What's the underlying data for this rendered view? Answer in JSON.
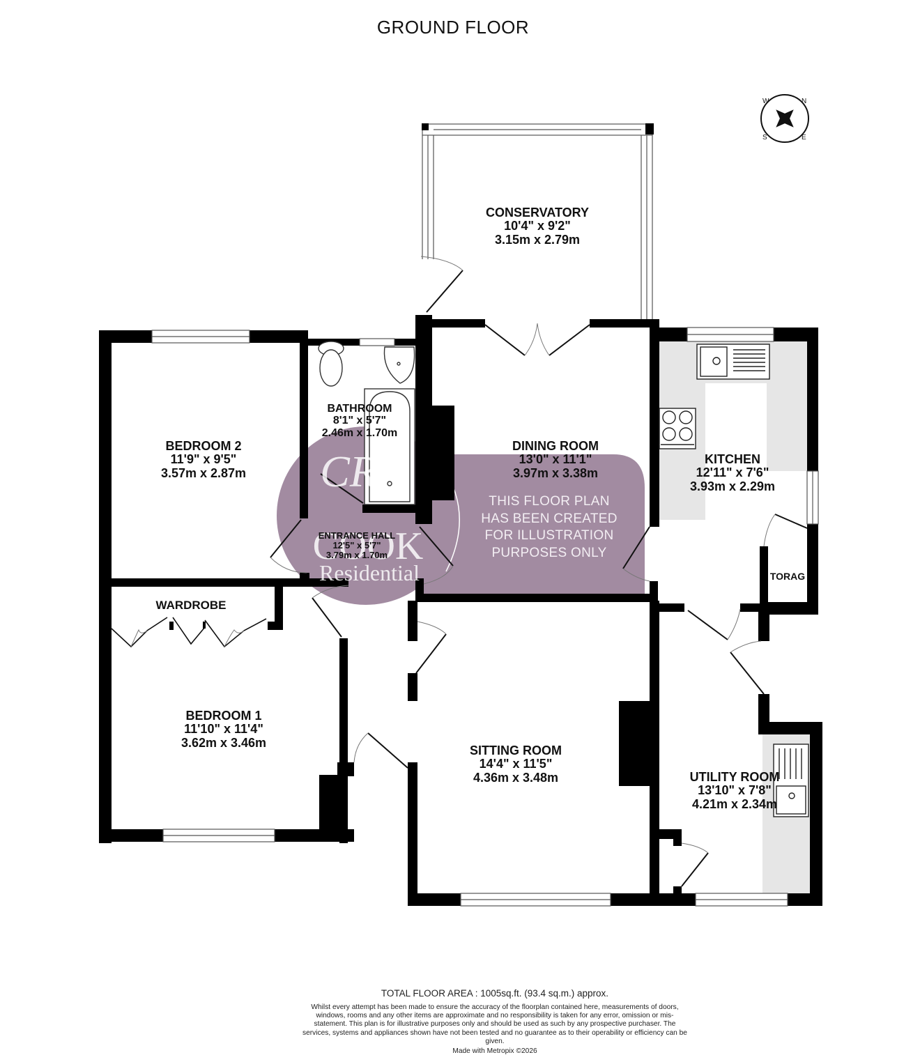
{
  "title": "GROUND FLOOR",
  "compass": {
    "icon": "compass-icon",
    "letters": {
      "n": "N",
      "e": "E",
      "s": "S",
      "w": "W"
    }
  },
  "rooms": [
    {
      "id": "conservatory",
      "name": "CONSERVATORY",
      "imperial": "10'4\"  x 9'2\"",
      "metric": "3.15m  x 2.79m"
    },
    {
      "id": "bedroom2",
      "name": "BEDROOM 2",
      "imperial": "11'9\"  x 9'5\"",
      "metric": "3.57m  x 2.87m"
    },
    {
      "id": "bathroom",
      "name": "BATHROOM",
      "imperial": "8'1\"  x 5'7\"",
      "metric": "2.46m  x 1.70m"
    },
    {
      "id": "dining",
      "name": "DINING ROOM",
      "imperial": "13'0\"  x 11'1\"",
      "metric": "3.97m  x 3.38m"
    },
    {
      "id": "kitchen",
      "name": "KITCHEN",
      "imperial": "12'11\"  x 7'6\"",
      "metric": "3.93m  x 2.29m"
    },
    {
      "id": "entrance",
      "name": "ENTRANCE HALL",
      "imperial": "12'5\"  x 5'7\"",
      "metric": "3.79m  x 1.70m"
    },
    {
      "id": "wardrobe",
      "name": "WARDROBE"
    },
    {
      "id": "storage",
      "name": "TORAG"
    },
    {
      "id": "bedroom1",
      "name": "BEDROOM 1",
      "imperial": "11'10\"  x 11'4\"",
      "metric": "3.62m  x 3.46m"
    },
    {
      "id": "sitting",
      "name": "SITTING ROOM",
      "imperial": "14'4\"  x 11'5\"",
      "metric": "4.36m  x 3.48m"
    },
    {
      "id": "utility",
      "name": "UTILITY ROOM",
      "imperial": "13'10\"  x 7'8\"",
      "metric": "4.21m  x 2.34m"
    }
  ],
  "watermark": {
    "lines": [
      "THIS FLOOR PLAN",
      "HAS BEEN CREATED",
      "FOR ILLUSTRATION",
      "PURPOSES ONLY"
    ],
    "brand_monogram": "CR",
    "brand_name": "COOK",
    "brand_sub": "Residential",
    "color": "#a28ba1"
  },
  "colors": {
    "wall": "#000000",
    "counter": "#e6e6e6",
    "watermark": "#a28ba1"
  },
  "footer": {
    "total_area": "TOTAL FLOOR AREA : 1005sq.ft. (93.4 sq.m.) approx.",
    "disclaimer": "Whilst every attempt has been made to ensure the accuracy of the floorplan contained here, measurements of doors, windows, rooms and any other items are approximate and no responsibility is taken for any error, omission or mis-statement. This plan is for illustrative purposes only and should be used as such by any prospective purchaser. The services, systems and appliances shown have not been tested and no guarantee as to their operability or efficiency can be given.",
    "made_with": "Made with Metropix ©2026"
  }
}
